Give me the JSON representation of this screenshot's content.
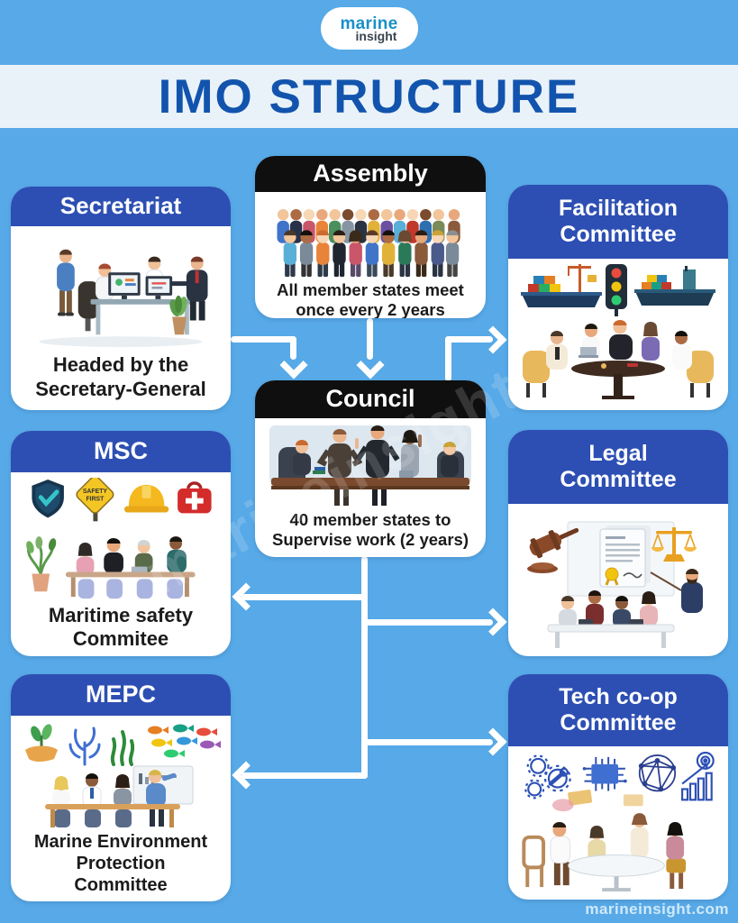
{
  "page": {
    "background_color": "#57a9e7",
    "watermark_text": "marineinsight",
    "footer_text": "marineinsight.com"
  },
  "logo": {
    "word1": "marine",
    "word2": "insight"
  },
  "header": {
    "title": "IMO STRUCTURE",
    "title_color": "#1254ad",
    "strip_color": "#e9f2f9"
  },
  "colors": {
    "committee_header_blue": "#2d4fb3",
    "organ_header_black": "#0f0f0f",
    "card_background": "#ffffff",
    "connector_white": "#ffffff"
  },
  "cards": {
    "assembly": {
      "title": "Assembly",
      "caption": "All member states meet\nonce every 2 years",
      "illustration": "crowd-of-member-states"
    },
    "secretariat": {
      "title": "Secretariat",
      "caption": "Headed by the\nSecretary-General",
      "illustration": "office-team-at-computers"
    },
    "facilitation": {
      "title": "Facilitation\nCommittee",
      "illustration": "cargo-ships-traffic-light-round-table-meeting"
    },
    "council": {
      "title": "Council",
      "caption": "40 member states to\nSupervise work (2 years)",
      "illustration": "boardroom-meeting"
    },
    "msc": {
      "title": "MSC",
      "caption": "Maritime safety\nCommitee",
      "illustration": "safety-icons-and-team-meeting",
      "sign": [
        "SAFETY",
        "FIRST"
      ],
      "icons": [
        "shield-check-icon",
        "safety-first-sign-icon",
        "hard-hat-icon",
        "first-aid-kit-icon"
      ]
    },
    "legal": {
      "title": "Legal\nCommittee",
      "illustration": "gavel-contract-scales-presentation-meeting"
    },
    "mepc": {
      "title": "MEPC",
      "caption": "Marine Environment\nProtection\nCommittee",
      "illustration": "environment-icons-and-team-meeting",
      "icons": [
        "hand-with-plant-icon",
        "coral-icon",
        "seaweed-icon",
        "fish-school-icon"
      ]
    },
    "techcoop": {
      "title": "Tech co-op\nCommittee",
      "illustration": "technology-icons-round-table-meeting",
      "icons": [
        "gears-wrench-icon",
        "circuit-chip-icon",
        "network-globe-icon",
        "growth-chart-target-icon"
      ]
    }
  },
  "connections": [
    {
      "from": "Secretariat",
      "to": "Council"
    },
    {
      "from": "Assembly",
      "to": "Council"
    },
    {
      "from": "Council",
      "to": "Facilitation Committee"
    },
    {
      "from": "Council",
      "to": "MSC"
    },
    {
      "from": "Council",
      "to": "Legal Committee"
    },
    {
      "from": "Council",
      "to": "Tech co-op Committee"
    },
    {
      "from": "Council",
      "to": "MEPC"
    }
  ]
}
